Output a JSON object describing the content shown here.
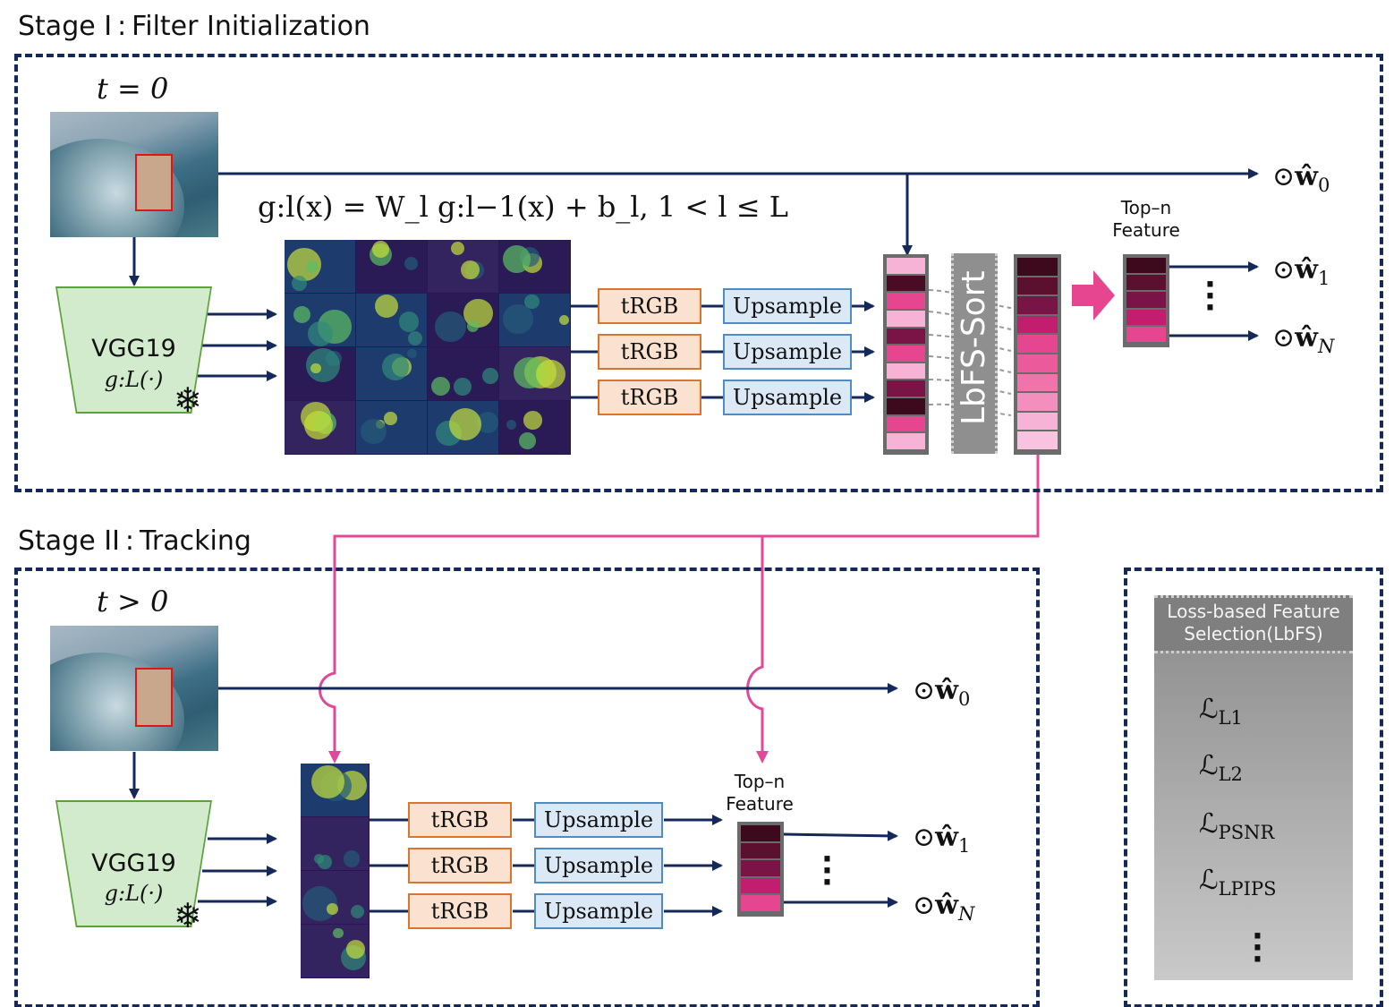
{
  "stage1": {
    "title": "Stage I : Filter Initialization",
    "time_label": "t = 0",
    "equation": "g:l(x) = W_l g:l−1(x) + b_l, 1 < l ≤ L",
    "vgg_label": "VGG19",
    "vgg_func": "g:L(·)",
    "trgb_labels": [
      "tRGB",
      "tRGB",
      "tRGB"
    ],
    "upsample_labels": [
      "Upsample",
      "Upsample",
      "Upsample"
    ],
    "sort_label": "LbFS-Sort",
    "topn_label": [
      "Top–n",
      "Feature"
    ],
    "outputs": [
      "⊙ŵ₀",
      "⊙ŵ₁",
      "⊙ŵ_N"
    ]
  },
  "stage2": {
    "title": "Stage II : Tracking",
    "time_label": "t > 0",
    "vgg_label": "VGG19",
    "vgg_func": "g:L(·)",
    "trgb_labels": [
      "tRGB",
      "tRGB",
      "tRGB"
    ],
    "upsample_labels": [
      "Upsample",
      "Upsample",
      "Upsample"
    ],
    "topn_label": [
      "Top–n",
      "Feature"
    ],
    "outputs": [
      "⊙ŵ₀",
      "⊙ŵ₁",
      "⊙ŵ_N"
    ]
  },
  "legend": {
    "title": [
      "Loss-based Feature",
      "Selection(LbFS)"
    ],
    "losses": [
      "L1",
      "L2",
      "PSNR",
      "LPIPS"
    ]
  },
  "colors": {
    "arrow_navy": "#14285a",
    "arrow_pink": "#e0489a",
    "pink_scale": [
      "#f6b3d6",
      "#4a0c24",
      "#e6468f",
      "#f6b3d6",
      "#7a1446",
      "#e6468f",
      "#f6b3d6",
      "#7a1446",
      "#3c0a1c",
      "#e6468f",
      "#f6b3d6"
    ],
    "sorted_scale": [
      "#3c0a1c",
      "#5b1030",
      "#7a1446",
      "#c21d6e",
      "#e6468f",
      "#eb5a9b",
      "#ef74aa",
      "#f48fbd",
      "#f6b3d6",
      "#f7c3de"
    ]
  }
}
